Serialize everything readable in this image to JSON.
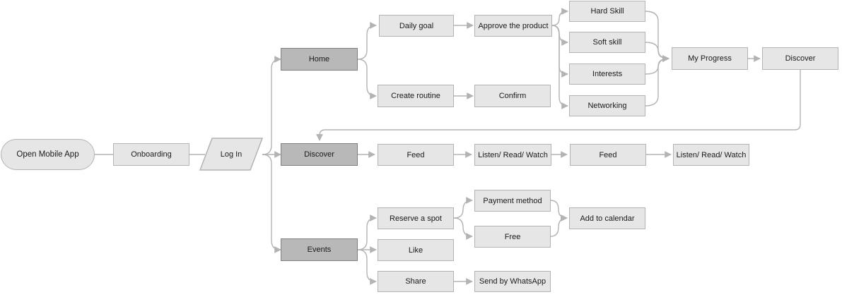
{
  "diagram": {
    "nodes": {
      "open_app": "Open Mobile App",
      "onboarding": "Onboarding",
      "login": "Log In",
      "home": "Home",
      "discover_main": "Discover",
      "events": "Events",
      "daily_goal": "Daily goal",
      "approve_product": "Approve the product",
      "hard_skill": "Hard Skill",
      "soft_skill": "Soft skill",
      "interests": "Interests",
      "networking": "Networking",
      "my_progress": "My Progress",
      "discover_top": "Discover",
      "create_routine": "Create routine",
      "confirm": "Confirm",
      "feed_1": "Feed",
      "listen_1": "Listen/ Read/ Watch",
      "feed_2": "Feed",
      "listen_2": "Listen/ Read/ Watch",
      "reserve_spot": "Reserve a spot",
      "payment_method": "Payment method",
      "free": "Free",
      "add_calendar": "Add to calendar",
      "like": "Like",
      "share": "Share",
      "send_whatsapp": "Send by WhatsApp"
    },
    "colors": {
      "node_fill": "#e6e6e6",
      "node_border": "#b3b3b3",
      "highlight_fill": "#b8b8b8",
      "highlight_border": "#7f7f7f",
      "connector": "#b3b3b3"
    }
  }
}
